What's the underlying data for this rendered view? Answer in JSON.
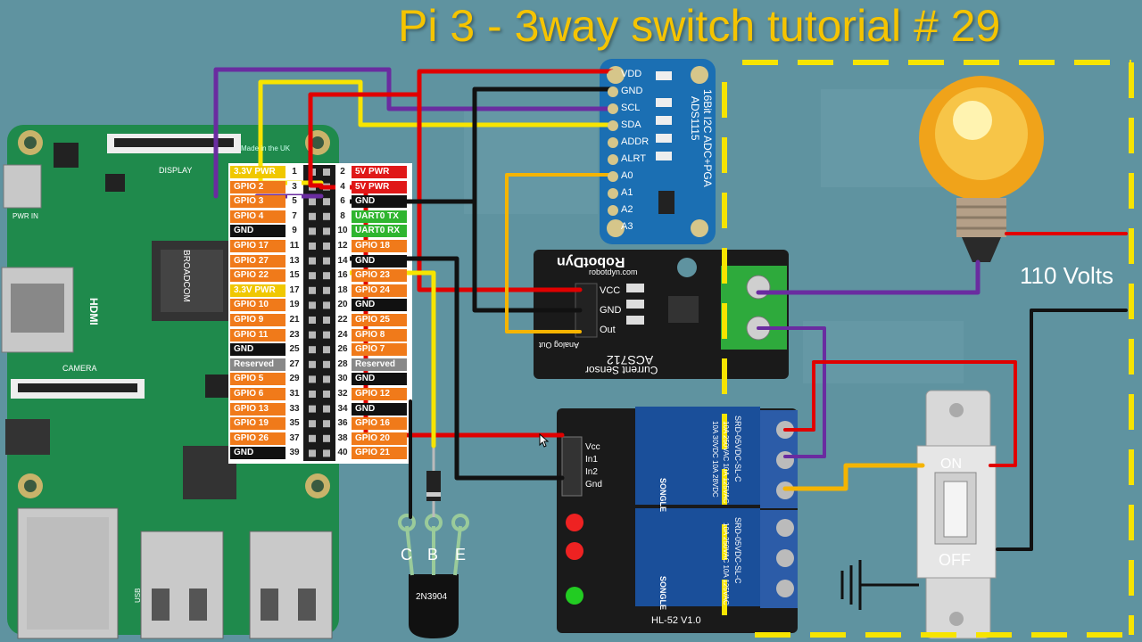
{
  "title": "Pi 3 - 3way switch tutorial # 29",
  "voltage_label": "110 Volts",
  "colors": {
    "background": "#5f93a0",
    "title": "#f5c400",
    "wire_red": "#e00000",
    "wire_black": "#000000",
    "wire_yellow": "#f7e400",
    "wire_purple": "#6a2ca0",
    "wire_orange": "#f5b400",
    "dashed_border": "#f7e400",
    "pi_board": "#1f8a4c",
    "ads_board": "#1b6fb3",
    "relay_board": "#1a4f9a"
  },
  "gpio_left": [
    {
      "label": "3.3V PWR",
      "num": "1",
      "color": "#f0c800"
    },
    {
      "label": "GPIO 2",
      "num": "3",
      "color": "#f07a1a"
    },
    {
      "label": "GPIO 3",
      "num": "5",
      "color": "#f07a1a"
    },
    {
      "label": "GPIO 4",
      "num": "7",
      "color": "#f07a1a"
    },
    {
      "label": "GND",
      "num": "9",
      "color": "#111111"
    },
    {
      "label": "GPIO 17",
      "num": "11",
      "color": "#f07a1a"
    },
    {
      "label": "GPIO 27",
      "num": "13",
      "color": "#f07a1a"
    },
    {
      "label": "GPIO 22",
      "num": "15",
      "color": "#f07a1a"
    },
    {
      "label": "3.3V PWR",
      "num": "17",
      "color": "#f0c800"
    },
    {
      "label": "GPIO 10",
      "num": "19",
      "color": "#f07a1a"
    },
    {
      "label": "GPIO 9",
      "num": "21",
      "color": "#f07a1a"
    },
    {
      "label": "GPIO 11",
      "num": "23",
      "color": "#f07a1a"
    },
    {
      "label": "GND",
      "num": "25",
      "color": "#111111"
    },
    {
      "label": "Reserved",
      "num": "27",
      "color": "#888888"
    },
    {
      "label": "GPIO 5",
      "num": "29",
      "color": "#f07a1a"
    },
    {
      "label": "GPIO 6",
      "num": "31",
      "color": "#f07a1a"
    },
    {
      "label": "GPIO 13",
      "num": "33",
      "color": "#f07a1a"
    },
    {
      "label": "GPIO 19",
      "num": "35",
      "color": "#f07a1a"
    },
    {
      "label": "GPIO 26",
      "num": "37",
      "color": "#f07a1a"
    },
    {
      "label": "GND",
      "num": "39",
      "color": "#111111"
    }
  ],
  "gpio_right": [
    {
      "label": "5V PWR",
      "num": "2",
      "color": "#e01818"
    },
    {
      "label": "5V PWR",
      "num": "4",
      "color": "#e01818"
    },
    {
      "label": "GND",
      "num": "6",
      "color": "#111111"
    },
    {
      "label": "UART0 TX",
      "num": "8",
      "color": "#2fb52f"
    },
    {
      "label": "UART0 RX",
      "num": "10",
      "color": "#2fb52f"
    },
    {
      "label": "GPIO 18",
      "num": "12",
      "color": "#f07a1a"
    },
    {
      "label": "GND",
      "num": "14",
      "color": "#111111"
    },
    {
      "label": "GPIO 23",
      "num": "16",
      "color": "#f07a1a"
    },
    {
      "label": "GPIO 24",
      "num": "18",
      "color": "#f07a1a"
    },
    {
      "label": "GND",
      "num": "20",
      "color": "#111111"
    },
    {
      "label": "GPIO 25",
      "num": "22",
      "color": "#f07a1a"
    },
    {
      "label": "GPIO 8",
      "num": "24",
      "color": "#f07a1a"
    },
    {
      "label": "GPIO 7",
      "num": "26",
      "color": "#f07a1a"
    },
    {
      "label": "Reserved",
      "num": "28",
      "color": "#888888"
    },
    {
      "label": "GND",
      "num": "30",
      "color": "#111111"
    },
    {
      "label": "GPIO 12",
      "num": "32",
      "color": "#f07a1a"
    },
    {
      "label": "GND",
      "num": "34",
      "color": "#111111"
    },
    {
      "label": "GPIO 16",
      "num": "36",
      "color": "#f07a1a"
    },
    {
      "label": "GPIO 20",
      "num": "38",
      "color": "#f07a1a"
    },
    {
      "label": "GPIO 21",
      "num": "40",
      "color": "#f07a1a"
    }
  ],
  "ads1115": {
    "pins": [
      "VDD",
      "GND",
      "SCL",
      "SDA",
      "ADDR",
      "ALRT",
      "A0",
      "A1",
      "A2",
      "A3"
    ],
    "title": "16Bit I2C ADC+PGA",
    "part": "ADS1115"
  },
  "current_sensor": {
    "brand": "RobotDyn",
    "url": "robotdyn.com",
    "pins": [
      "VCC",
      "GND",
      "Out"
    ],
    "name": "ACS712",
    "subtitle": "Current Sensor",
    "analog_label": "Analog Out"
  },
  "relay": {
    "pins": [
      "Vcc",
      "In1",
      "In2",
      "Gnd"
    ],
    "model": "HL-52 V1.0",
    "relay_part": "SRD-05VDC-SL-C",
    "rating_1": "10A 250VAC 10A 125VAC",
    "rating_2": "10A 30VDC 10A 28VDC",
    "brand": "SONGLE"
  },
  "transistor": {
    "pins": [
      "C",
      "B",
      "E"
    ],
    "part": "2N3904"
  },
  "switch": {
    "on_label": "ON",
    "off_label": "OFF"
  },
  "pi_board": {
    "made_in": "Made in the UK",
    "display": "DISPLAY",
    "camera": "CAMERA",
    "hdmi": "HDMI",
    "pwr_in": "PWR IN",
    "chip": "BROADCOM",
    "usb": "USB"
  }
}
